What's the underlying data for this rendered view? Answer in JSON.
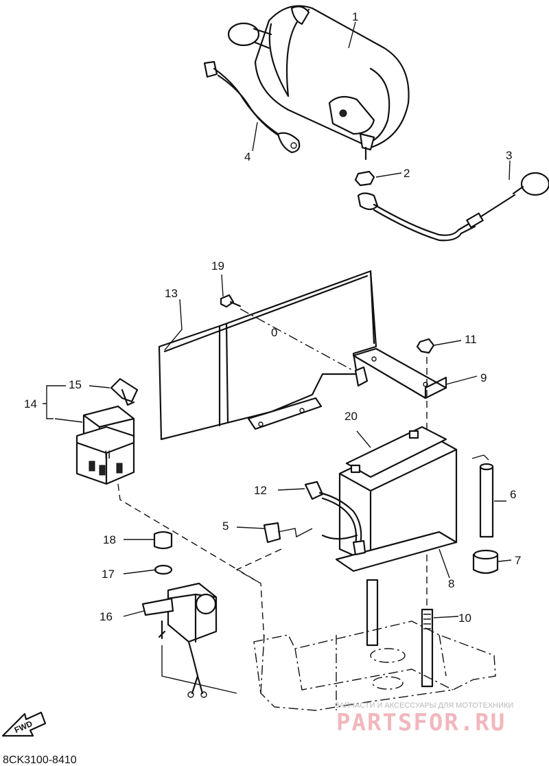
{
  "callouts": [
    {
      "num": "1"
    },
    {
      "num": "2"
    },
    {
      "num": "3"
    },
    {
      "num": "4"
    },
    {
      "num": "5"
    },
    {
      "num": "6"
    },
    {
      "num": "7"
    },
    {
      "num": "8"
    },
    {
      "num": "9"
    },
    {
      "num": "10"
    },
    {
      "num": "11"
    },
    {
      "num": "12"
    },
    {
      "num": "13"
    },
    {
      "num": "14"
    },
    {
      "num": "15"
    },
    {
      "num": "16"
    },
    {
      "num": "17"
    },
    {
      "num": "18"
    },
    {
      "num": "19"
    },
    {
      "num": "20"
    }
  ],
  "fwd_label": "FWD",
  "diagram_code": "8CK3100-8410",
  "watermark": {
    "caption": "ЗАПЧАСТИ И АКСЕССУАРЫ ДЛЯ МОТОТЕХНИКИ",
    "site": "PARTSFOR.RU",
    "color": "#f1b7bd"
  }
}
